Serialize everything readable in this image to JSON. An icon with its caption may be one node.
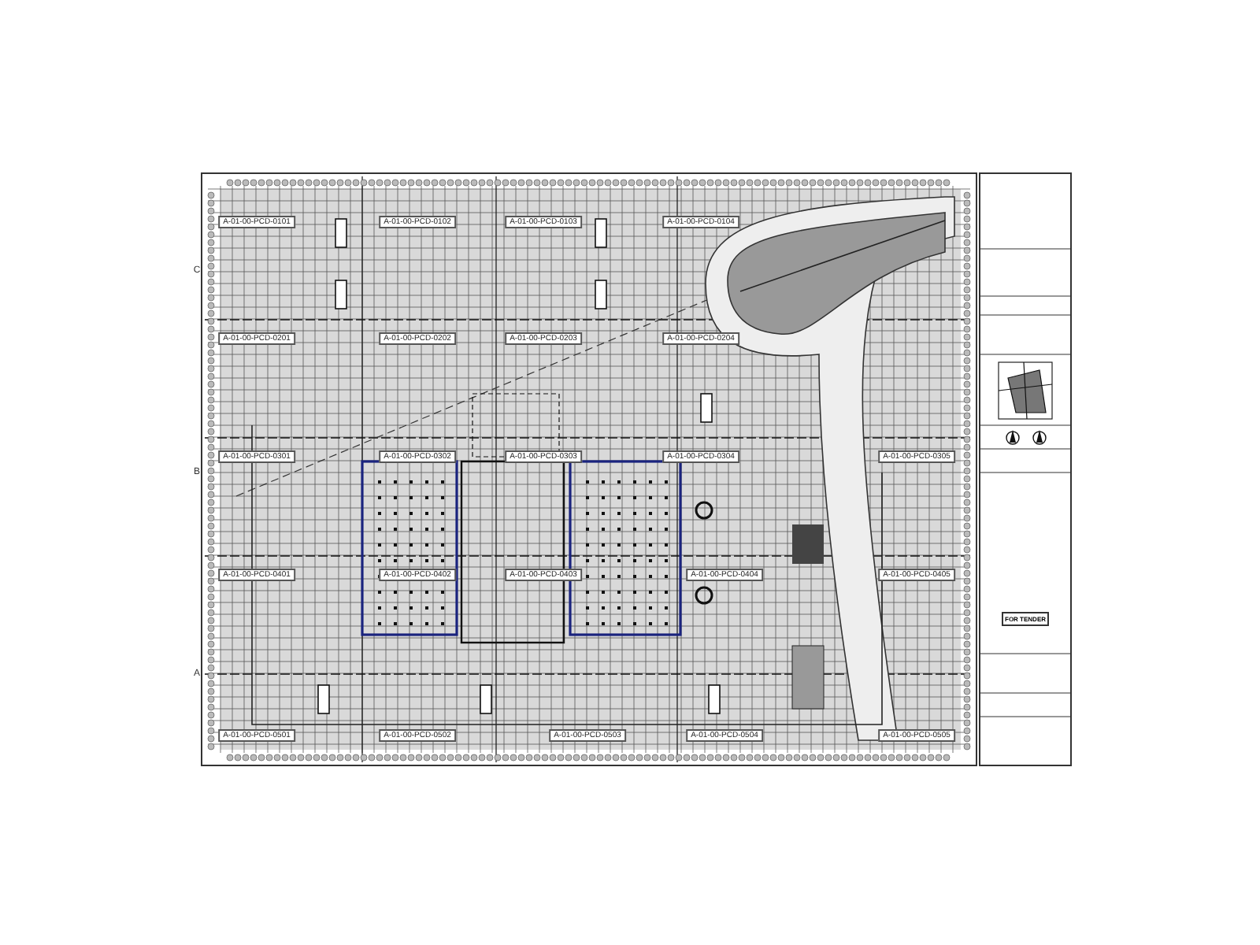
{
  "diagram": {
    "labels": [
      "A-01-00-PCD-0101",
      "A-01-00-PCD-0102",
      "A-01-00-PCD-0103",
      "A-01-00-PCD-0104",
      "A-01-00-PCD-0201",
      "A-01-00-PCD-0202",
      "A-01-00-PCD-0203",
      "A-01-00-PCD-0204",
      "A-01-00-PCD-0301",
      "A-01-00-PCD-0302",
      "A-01-00-PCD-0303",
      "A-01-00-PCD-0304",
      "A-01-00-PCD-0305",
      "A-01-00-PCD-0401",
      "A-01-00-PCD-0402",
      "A-01-00-PCD-0403",
      "A-01-00-PCD-0404",
      "A-01-00-PCD-0405",
      "A-01-00-PCD-0501",
      "A-01-00-PCD-0502",
      "A-01-00-PCD-0503",
      "A-01-00-PCD-0504",
      "A-01-00-PCD-0505",
      "C",
      "B",
      "A",
      "FOR TENDER"
    ]
  }
}
